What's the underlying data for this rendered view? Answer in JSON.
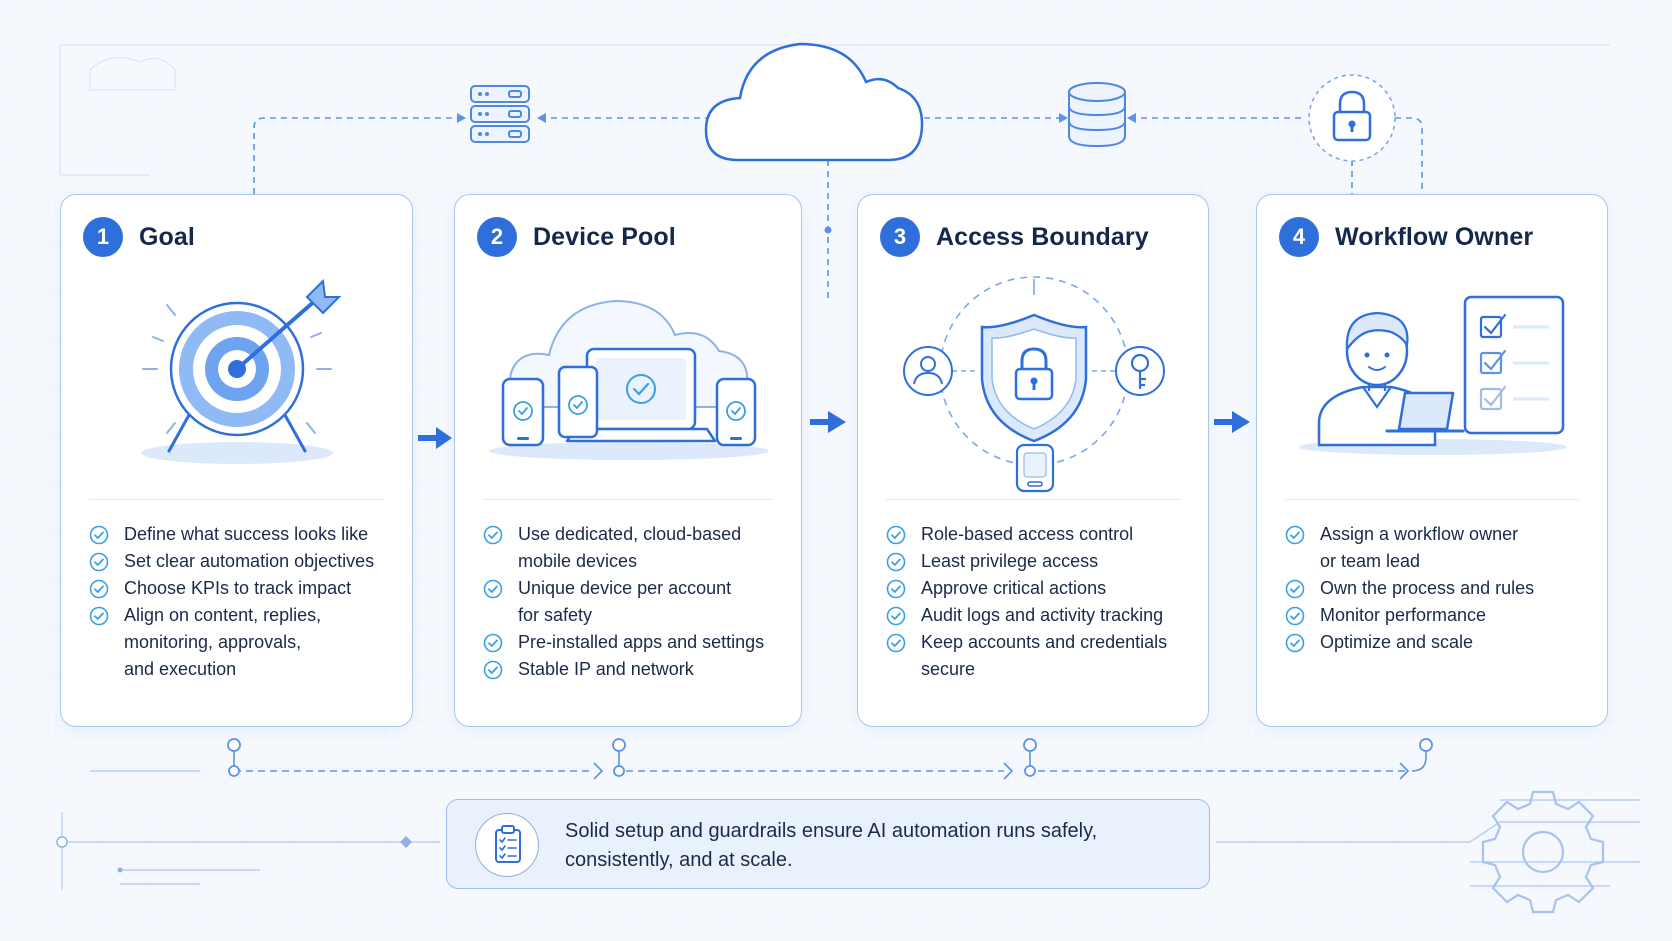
{
  "cards": [
    {
      "number": "1",
      "title": "Goal",
      "items": [
        "Define what success looks like",
        "Set clear automation objectives",
        "Choose KPIs to track impact",
        "Align on content, replies,\nmonitoring, approvals,\nand execution"
      ]
    },
    {
      "number": "2",
      "title": "Device Pool",
      "items": [
        "Use dedicated, cloud-based\nmobile devices",
        "Unique device per account\nfor safety",
        "Pre-installed apps and settings",
        "Stable IP and network"
      ]
    },
    {
      "number": "3",
      "title": "Access Boundary",
      "items": [
        "Role-based access control",
        "Least privilege access",
        "Approve critical actions",
        "Audit logs and activity tracking",
        "Keep accounts and credentials\nsecure"
      ]
    },
    {
      "number": "4",
      "title": "Workflow Owner",
      "items": [
        "Assign a workflow owner\nor team lead",
        "Own the process and rules",
        "Monitor performance",
        "Optimize and scale"
      ]
    }
  ],
  "banner": {
    "text": "Solid setup and guardrails ensure AI automation runs safely,\nconsistently, and at scale."
  },
  "icons": {
    "top": [
      "server-rack-icon",
      "cloud-icon",
      "database-icon",
      "padlock-icon"
    ],
    "cards": [
      "target-arrow-icon",
      "cloud-devices-icon",
      "shield-lock-icon",
      "person-checklist-icon"
    ],
    "banner": "clipboard-checklist-icon",
    "corner": "gear-icon"
  },
  "colors": {
    "accent": "#2f6fdc",
    "line": "#4f88e3",
    "card_border": "#a9c6ee",
    "light_fill": "#dce9fb",
    "check": "#3aa0e6",
    "text": "#1b2a4a"
  }
}
